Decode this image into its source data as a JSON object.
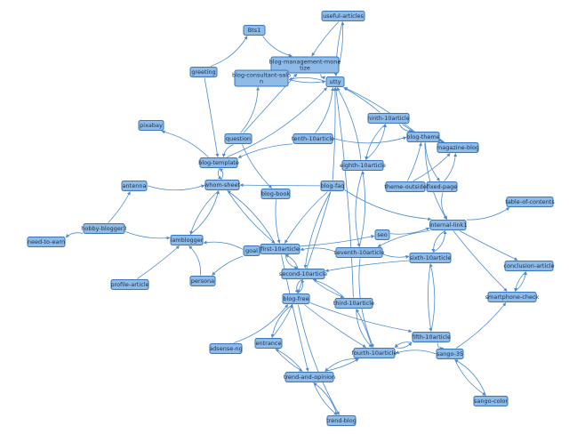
{
  "graph": {
    "colors": {
      "node_fill": "#8fbbe8",
      "node_stroke": "#3a76b8",
      "edge": "#4a8ad0",
      "text": "#1a2e4a"
    },
    "nodes": [
      {
        "id": "useful-articles",
        "label": "useful-articles"
      },
      {
        "id": "bts1",
        "label": "Bts1"
      },
      {
        "id": "blog-management-monetize",
        "label": "blog-management-mone\ntize"
      },
      {
        "id": "greeting",
        "label": "greeting"
      },
      {
        "id": "blog-consultant-salon",
        "label": "blog-consultant-salo\nn"
      },
      {
        "id": "utty",
        "label": "utty"
      },
      {
        "id": "pixabay",
        "label": "pixabay"
      },
      {
        "id": "ninth-10article",
        "label": "ninth-10article"
      },
      {
        "id": "question",
        "label": "question"
      },
      {
        "id": "tenth-10article",
        "label": "tenth-10article"
      },
      {
        "id": "blog-theme",
        "label": "blog-theme"
      },
      {
        "id": "magazine-blog",
        "label": "magazine-blog"
      },
      {
        "id": "blog-template",
        "label": "blog-template"
      },
      {
        "id": "eighth-10article",
        "label": "eighth-10article"
      },
      {
        "id": "antenna",
        "label": "antenna"
      },
      {
        "id": "whom-sheet",
        "label": "whom-sheet"
      },
      {
        "id": "blog-faq",
        "label": "blog-faq"
      },
      {
        "id": "theme-outside",
        "label": "theme-outside"
      },
      {
        "id": "fixed-page",
        "label": "fixed-page"
      },
      {
        "id": "blog-book",
        "label": "blog-book"
      },
      {
        "id": "table-of-contents",
        "label": "table-of-contents"
      },
      {
        "id": "hobby-blogger3",
        "label": "hobby-blogger3"
      },
      {
        "id": "internal-link1",
        "label": "internal-link1"
      },
      {
        "id": "seo",
        "label": "seo"
      },
      {
        "id": "need-to-earn",
        "label": "need-to-earn"
      },
      {
        "id": "iamblogger",
        "label": "iamblogger"
      },
      {
        "id": "first-10article",
        "label": "first-10article"
      },
      {
        "id": "goal",
        "label": "goal"
      },
      {
        "id": "seventh-10article",
        "label": "seventh-10article"
      },
      {
        "id": "sixth-10article",
        "label": "sixth-10article"
      },
      {
        "id": "conclusion-article",
        "label": "conclusion-article"
      },
      {
        "id": "second-10article",
        "label": "second-10article"
      },
      {
        "id": "profile-article",
        "label": "profile-article"
      },
      {
        "id": "persona",
        "label": "persona"
      },
      {
        "id": "smartphone-check",
        "label": "smartphone-check"
      },
      {
        "id": "blog-free",
        "label": "blog-free"
      },
      {
        "id": "third-10article",
        "label": "third-10article"
      },
      {
        "id": "fifth-10article",
        "label": "fifth-10article"
      },
      {
        "id": "entrance",
        "label": "entrance"
      },
      {
        "id": "adsense-ng",
        "label": "adsense-ng"
      },
      {
        "id": "fourth-10article",
        "label": "fourth-10article"
      },
      {
        "id": "sango-35",
        "label": "sango-35"
      },
      {
        "id": "trend-and-opinion",
        "label": "trend-and-opinion"
      },
      {
        "id": "sango-color",
        "label": "sango-color"
      },
      {
        "id": "trend-blog",
        "label": "trend-blog"
      }
    ],
    "edges": [
      [
        "useful-articles",
        "blog-management-monetize"
      ],
      [
        "useful-articles",
        "utty"
      ],
      [
        "utty",
        "useful-articles"
      ],
      [
        "bts1",
        "blog-management-monetize"
      ],
      [
        "greeting",
        "bts1"
      ],
      [
        "greeting",
        "blog-template"
      ],
      [
        "blog-consultant-salon",
        "utty"
      ],
      [
        "utty",
        "blog-consultant-salon"
      ],
      [
        "blog-management-monetize",
        "utty"
      ],
      [
        "question",
        "blog-consultant-salon"
      ],
      [
        "question",
        "blog-management-monetize"
      ],
      [
        "question",
        "blog-template"
      ],
      [
        "question",
        "blog-book"
      ],
      [
        "blog-template",
        "pixabay"
      ],
      [
        "blog-template",
        "utty"
      ],
      [
        "blog-template",
        "whom-sheet"
      ],
      [
        "whom-sheet",
        "blog-template"
      ],
      [
        "tenth-10article",
        "blog-template"
      ],
      [
        "tenth-10article",
        "utty"
      ],
      [
        "tenth-10article",
        "blog-theme"
      ],
      [
        "ninth-10article",
        "utty"
      ],
      [
        "ninth-10article",
        "blog-theme"
      ],
      [
        "ninth-10article",
        "magazine-blog"
      ],
      [
        "ninth-10article",
        "eighth-10article"
      ],
      [
        "eighth-10article",
        "ninth-10article"
      ],
      [
        "blog-theme",
        "magazine-blog"
      ],
      [
        "magazine-blog",
        "blog-theme"
      ],
      [
        "blog-theme",
        "utty"
      ],
      [
        "blog-theme",
        "fixed-page"
      ],
      [
        "blog-theme",
        "internal-link1"
      ],
      [
        "theme-outside",
        "blog-theme"
      ],
      [
        "theme-outside",
        "magazine-blog"
      ],
      [
        "fixed-page",
        "magazine-blog"
      ],
      [
        "fixed-page",
        "internal-link1"
      ],
      [
        "antenna",
        "whom-sheet"
      ],
      [
        "hobby-blogger3",
        "antenna"
      ],
      [
        "hobby-blogger3",
        "need-to-earn"
      ],
      [
        "hobby-blogger3",
        "iamblogger"
      ],
      [
        "whom-sheet",
        "iamblogger"
      ],
      [
        "iamblogger",
        "whom-sheet"
      ],
      [
        "blog-faq",
        "whom-sheet"
      ],
      [
        "blog-faq",
        "utty"
      ],
      [
        "blog-faq",
        "first-10article"
      ],
      [
        "blog-faq",
        "second-10article"
      ],
      [
        "blog-faq",
        "internal-link1"
      ],
      [
        "blog-faq",
        "blog-free"
      ],
      [
        "blog-book",
        "first-10article"
      ],
      [
        "whom-sheet",
        "first-10article"
      ],
      [
        "first-10article",
        "whom-sheet"
      ],
      [
        "first-10article",
        "second-10article"
      ],
      [
        "second-10article",
        "first-10article"
      ],
      [
        "first-10article",
        "seo"
      ],
      [
        "seo",
        "internal-link1"
      ],
      [
        "internal-link1",
        "table-of-contents"
      ],
      [
        "internal-link1",
        "sixth-10article"
      ],
      [
        "internal-link1",
        "conclusion-article"
      ],
      [
        "internal-link1",
        "smartphone-check"
      ],
      [
        "internal-link1",
        "seventh-10article"
      ],
      [
        "goal",
        "iamblogger"
      ],
      [
        "persona",
        "iamblogger"
      ],
      [
        "profile-article",
        "iamblogger"
      ],
      [
        "goal",
        "persona"
      ],
      [
        "seventh-10article",
        "first-10article"
      ],
      [
        "seventh-10article",
        "eighth-10article"
      ],
      [
        "eighth-10article",
        "seventh-10article"
      ],
      [
        "seventh-10article",
        "sixth-10article"
      ],
      [
        "sixth-10article",
        "second-10article"
      ],
      [
        "sixth-10article",
        "fifth-10article"
      ],
      [
        "fifth-10article",
        "sixth-10article"
      ],
      [
        "sixth-10article",
        "internal-link1"
      ],
      [
        "conclusion-article",
        "smartphone-check"
      ],
      [
        "smartphone-check",
        "conclusion-article"
      ],
      [
        "sango-35",
        "smartphone-check"
      ],
      [
        "sango-35",
        "sango-color"
      ],
      [
        "sango-color",
        "sango-35"
      ],
      [
        "second-10article",
        "third-10article"
      ],
      [
        "third-10article",
        "second-10article"
      ],
      [
        "second-10article",
        "blog-free"
      ],
      [
        "blog-free",
        "second-10article"
      ],
      [
        "blog-free",
        "entrance"
      ],
      [
        "entrance",
        "blog-free"
      ],
      [
        "blog-free",
        "fourth-10article"
      ],
      [
        "blog-free",
        "fifth-10article"
      ],
      [
        "blog-free",
        "trend-blog"
      ],
      [
        "third-10article",
        "fourth-10article"
      ],
      [
        "fourth-10article",
        "third-10article"
      ],
      [
        "fifth-10article",
        "fourth-10article"
      ],
      [
        "fourth-10article",
        "fifth-10article"
      ],
      [
        "sango-35",
        "fourth-10article"
      ],
      [
        "adsense-ng",
        "blog-free"
      ],
      [
        "entrance",
        "trend-and-opinion"
      ],
      [
        "trend-and-opinion",
        "entrance"
      ],
      [
        "trend-and-opinion",
        "trend-blog"
      ],
      [
        "trend-blog",
        "trend-and-opinion"
      ],
      [
        "fourth-10article",
        "trend-and-opinion"
      ],
      [
        "trend-and-opinion",
        "fourth-10article"
      ],
      [
        "first-10article",
        "trend-and-opinion"
      ],
      [
        "third-10article",
        "utty"
      ],
      [
        "eighth-10article",
        "utty"
      ],
      [
        "seventh-10article",
        "fourth-10article"
      ],
      [
        "fifth-10article",
        "sango-35"
      ]
    ]
  }
}
